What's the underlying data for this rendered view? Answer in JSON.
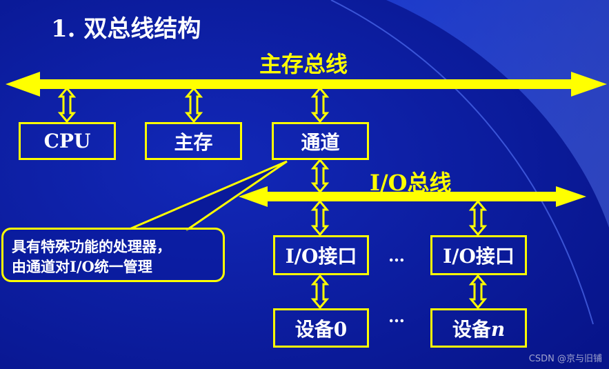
{
  "title": "1. 双总线结构",
  "main_bus_label": "主存总线",
  "io_bus_label": "I/O总线",
  "boxes": {
    "cpu": "CPU",
    "memory": "主存",
    "channel": "通道",
    "io_interface_1": "I/O接口",
    "io_interface_n": "I/O接口",
    "device_0": "设备0",
    "device_n_prefix": "设备",
    "device_n_suffix": "n"
  },
  "ellipsis_interfaces": "…",
  "ellipsis_devices": "…",
  "callout": {
    "line1": "具有特殊功能的处理器，",
    "line2": "由通道对I/O统一管理"
  },
  "watermark": "CSDN @京与旧铺",
  "colors": {
    "background": "#0a1a9a",
    "bus": "#ffff00",
    "text": "#ffffff"
  }
}
